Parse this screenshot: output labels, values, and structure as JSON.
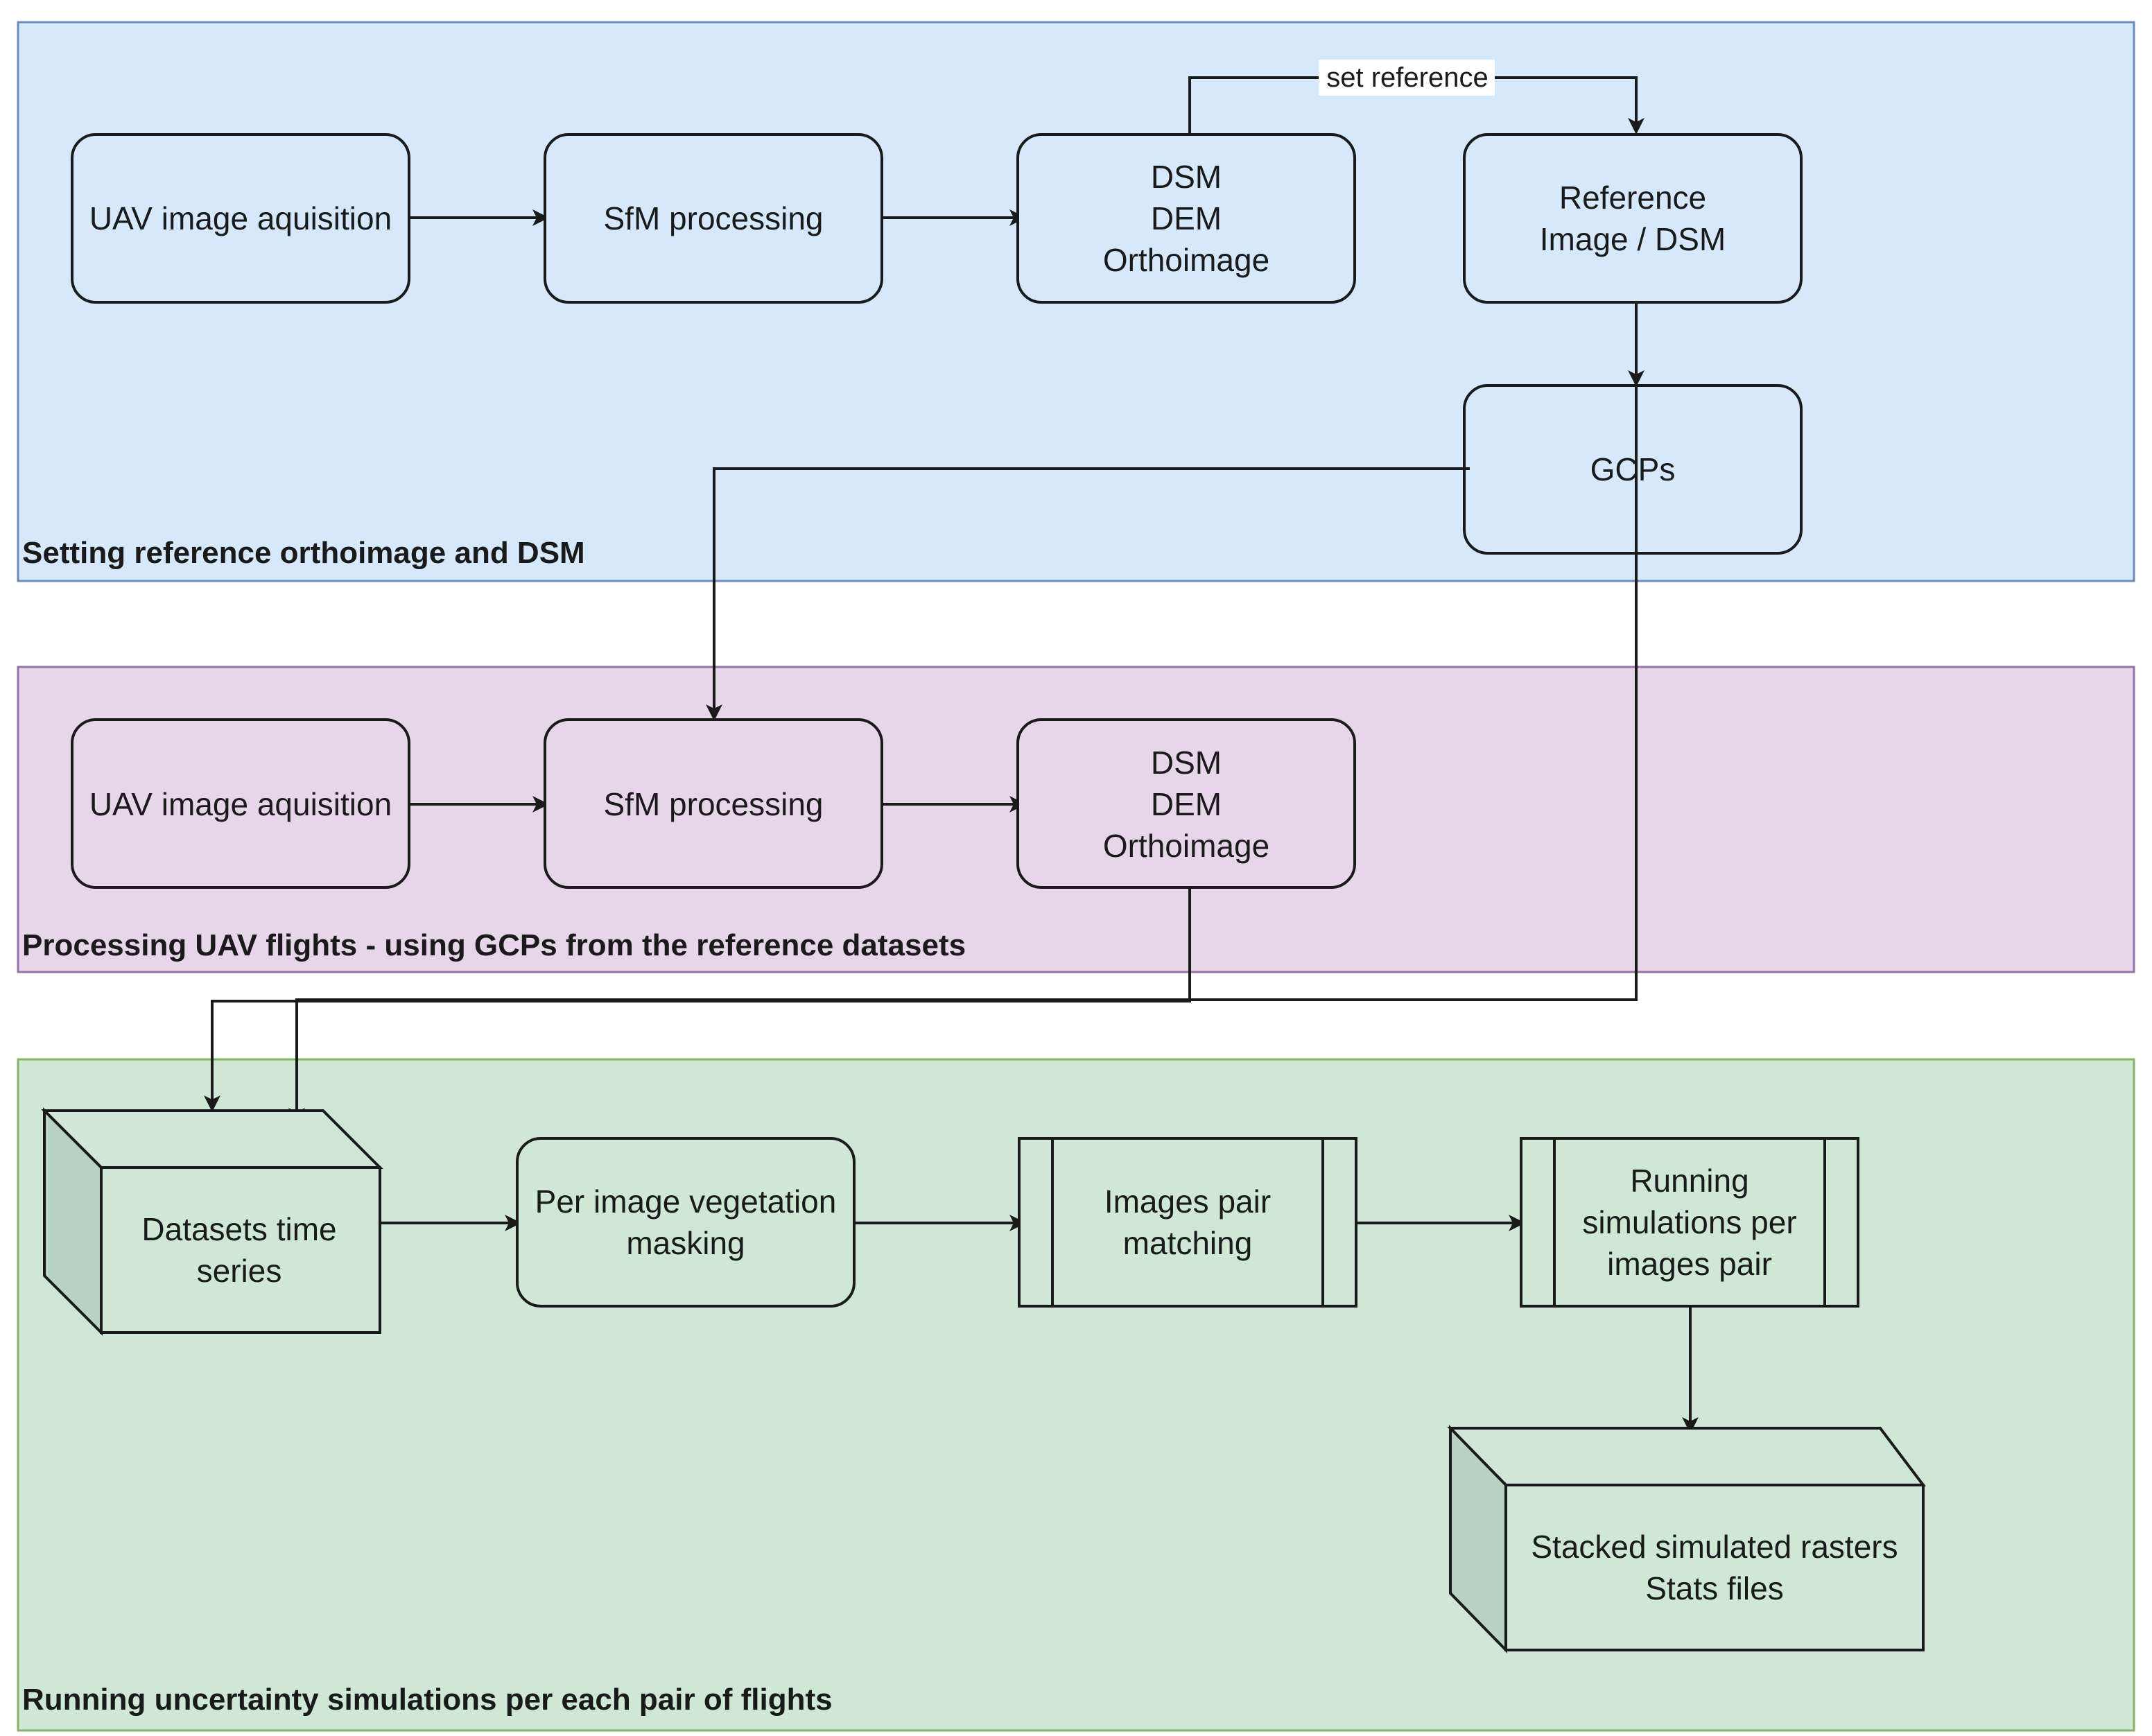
{
  "colors": {
    "panel_blue": "#d5e8fc",
    "panel_blue_border": "#6c8ebf",
    "panel_purple": "#e7d5e9",
    "panel_purple_border": "#9673a6",
    "panel_green": "#cfe8d6",
    "panel_green_border": "#82b366",
    "box_side": "#b8d3c2",
    "stroke": "#1a1a1a"
  },
  "panels": {
    "reference": {
      "title": "Setting reference orthoimage and DSM"
    },
    "processing": {
      "title": "Processing UAV flights - using GCPs  from the reference datasets"
    },
    "simulation": {
      "title": "Running uncertainty simulations per each pair of flights"
    }
  },
  "nodes": {
    "uav_acq_1": {
      "lines": [
        "UAV image aquisition"
      ]
    },
    "sfm_1": {
      "lines": [
        "SfM processing"
      ]
    },
    "products_1": {
      "lines": [
        "DSM",
        "DEM",
        "Orthoimage"
      ]
    },
    "reference": {
      "lines": [
        "Reference",
        "Image / DSM"
      ]
    },
    "gcps": {
      "lines": [
        "GCPs"
      ]
    },
    "uav_acq_2": {
      "lines": [
        "UAV image aquisition"
      ]
    },
    "sfm_2": {
      "lines": [
        "SfM processing"
      ]
    },
    "products_2": {
      "lines": [
        "DSM",
        "DEM",
        "Orthoimage"
      ]
    },
    "time_series": {
      "lines": [
        "Datasets time",
        "series"
      ]
    },
    "veg_mask": {
      "lines": [
        "Per image vegetation",
        "masking"
      ]
    },
    "pair_match": {
      "lines": [
        "Images pair",
        "matching"
      ]
    },
    "simulations": {
      "lines": [
        "Running",
        "simulations per",
        "images pair"
      ]
    },
    "outputs": {
      "lines": [
        "Stacked simulated rasters",
        "Stats files"
      ]
    }
  },
  "edges": {
    "set_reference": {
      "label": "set reference"
    }
  }
}
